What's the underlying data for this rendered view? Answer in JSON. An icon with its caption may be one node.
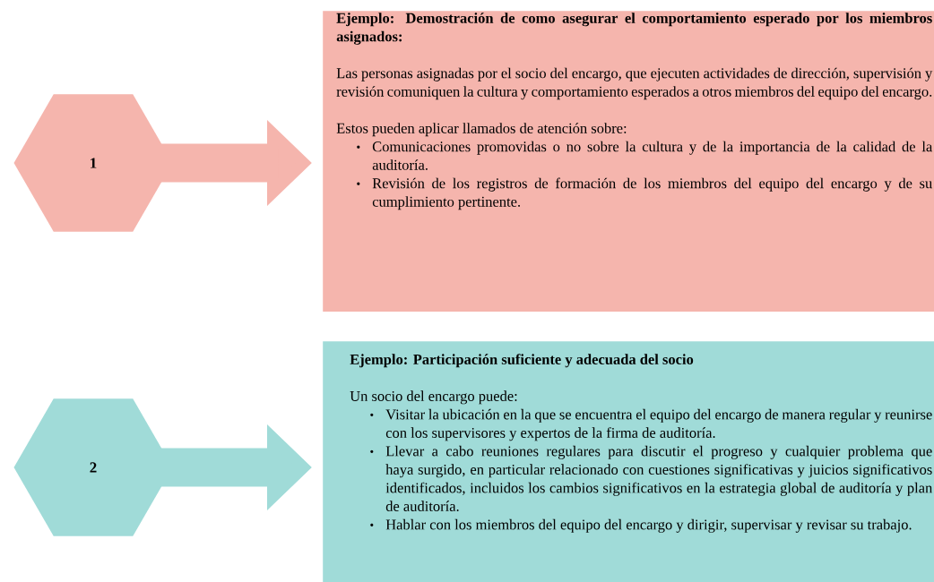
{
  "diagram": {
    "nodes": [
      {
        "text": [
          "1"
        ]
      },
      {
        "text": [
          "Ejemplo: Demostración de como asegurar el  comportamiento  esperado por los miembros asignados:",
          "Las personas asignadas por el socio del encargo, que ejecuten actividades de dirección, supervisión y revisión comuniquen la cultura y comportamiento esperados a otros miembros del equipo del encargo.",
          "Estos pueden aplicar  llamados de atención sobre:",
          "Comunicaciones promovidas o no sobre la cultura y de la importancia de la calidad de la auditoría.",
          "Revisión de los registros de formación de los miembros del equipo del encargo y de su cumplimiento pertinente."
        ]
      },
      {
        "text": [
          "2"
        ]
      },
      {
        "text": [
          "Ejemplo: Participación suficiente y adecuada del socio",
          "Un socio del encargo puede:",
          "Visitar la ubicación en la que se encuentra el equipo del encargo de manera regular y reunirse con los supervisores y expertos de la firma de auditoría.",
          "Llevar a cabo reuniones regulares para discutir el progreso y cualquier problema que haya surgido, en particular relacionado con cuestiones significativas y juicios significativos identificados, incluidos los cambios significativos en la estrategia global de auditoría y plan de auditoría.",
          "Hablar con los miembros del equipo del encargo y dirigir, supervisar y revisar su trabajo."
        ]
      }
    ],
    "edges": [
      {
        "from": 0,
        "to": 1,
        "arrow": "to",
        "color": "#f5b5ad"
      },
      {
        "from": 2,
        "to": 3,
        "arrow": "to",
        "color": "#a0dbd8"
      }
    ]
  }
}
